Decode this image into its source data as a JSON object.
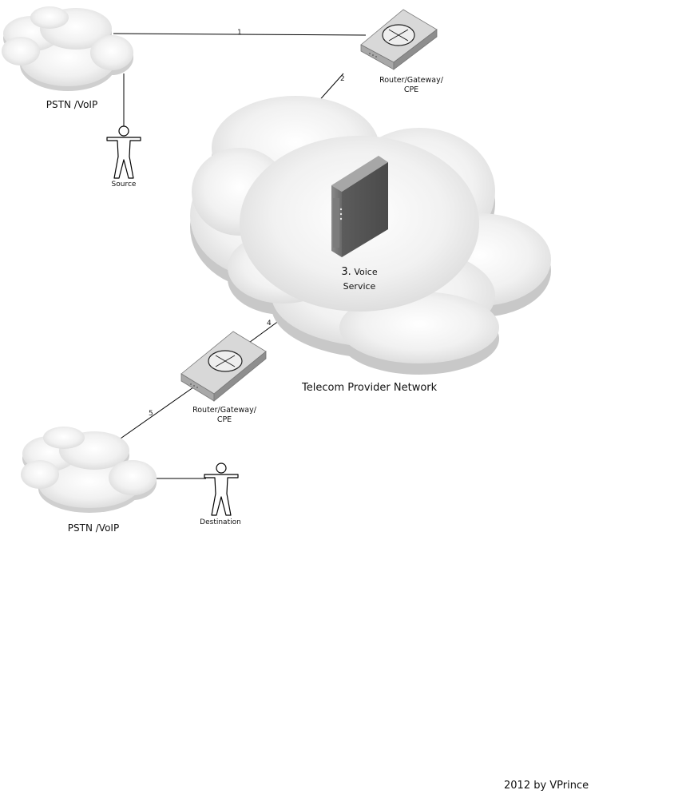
{
  "diagram": {
    "links": [
      "1",
      "2",
      "4",
      "5"
    ],
    "nodes": {
      "pstn_top": "PSTN /VoIP",
      "pstn_bottom": "PSTN /VoIP",
      "source": "Source",
      "destination": "Destination",
      "router_top": [
        "Router/Gateway/",
        "CPE"
      ],
      "router_bottom": [
        "Router/Gateway/",
        "CPE"
      ],
      "voice_number": "3.",
      "voice_text": [
        "Voice",
        "Service"
      ],
      "provider_network": "Telecom Provider Network"
    },
    "credit": "2012 by VPrince"
  }
}
